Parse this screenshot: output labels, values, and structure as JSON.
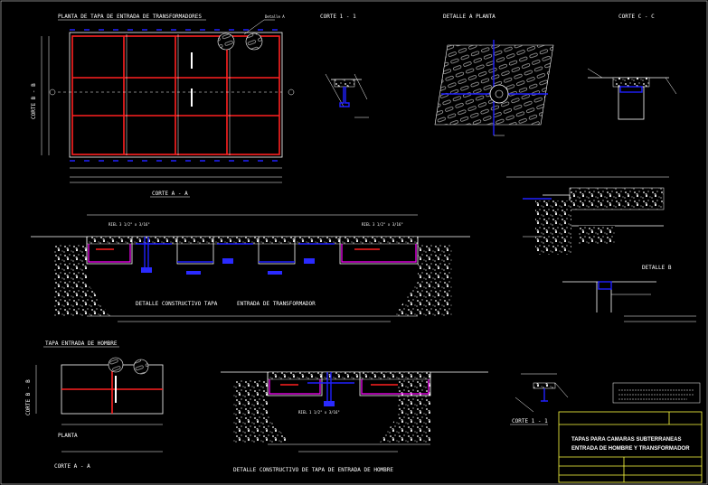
{
  "plan_top": {
    "title": "PLANTA DE TAPA DE ENTRADA DE TRANSFORMADORES",
    "side_label": "CORTE B - B",
    "bottom_label": "CORTE A - A",
    "callout": "Detalle A"
  },
  "corte_1_top": {
    "title": "CORTE 1 - 1"
  },
  "detalle_a": {
    "title": "DETALLE A  PLANTA"
  },
  "corte_c": {
    "title": "CORTE C - C"
  },
  "detalle_b": {
    "title": "DETALLE B"
  },
  "section_main": {
    "title_left": "DETALLE CONSTRUCTIVO TAPA",
    "title_right": "ENTRADA DE TRANSFORMADOR",
    "rail_labels": [
      "RIEL 3 1/2\" x 3/16\"",
      "RIEL 3 1/2\" x 3/16\""
    ]
  },
  "plan_small": {
    "title": "TAPA ENTRADA DE HOMBRE",
    "side_label": "CORTE B - B",
    "plan_label": "PLANTA",
    "bottom_label": "CORTE A - A"
  },
  "section_small": {
    "title": "DETALLE CONSTRUCTIVO DE TAPA DE ENTRADA DE HOMBRE",
    "rail_label": "RIEL 1 1/2\" x 3/16\""
  },
  "corte_1_bottom": {
    "title": "CORTE 1 - 1"
  },
  "title_block": {
    "line1": "TAPAS PARA CAMARAS SUBTERRANEAS",
    "line2": "ENTRADA DE HOMBRE Y TRANSFORMADOR"
  },
  "colors": {
    "background": "#000000",
    "lines": "#ffffff",
    "rebar": "#ff2020",
    "frame": "#ff00ff",
    "steel": "#2020ff",
    "border": "#ffff40"
  }
}
